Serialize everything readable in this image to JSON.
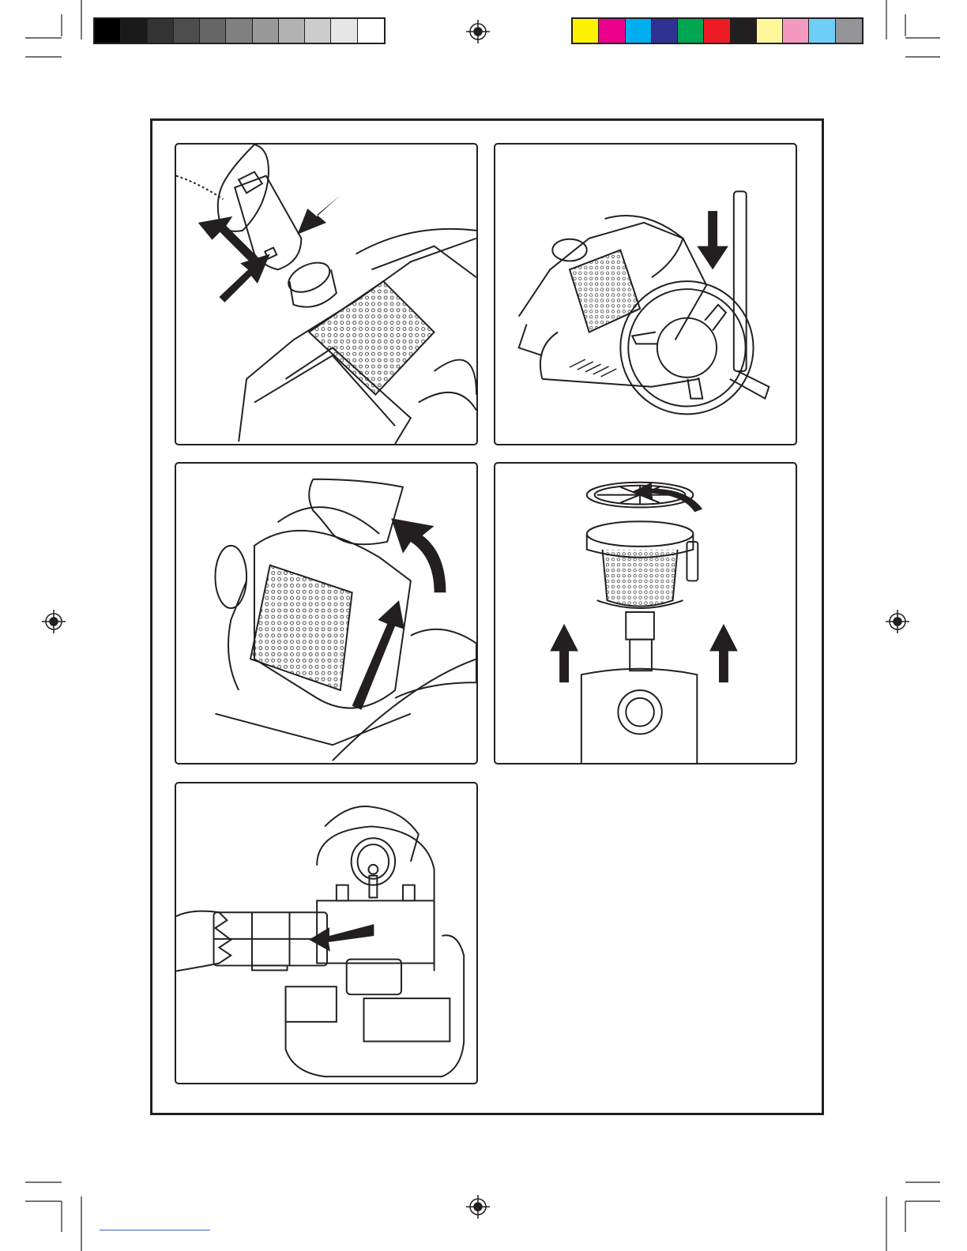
{
  "colors": {
    "ink": "#231f20",
    "greyscale": [
      "#000000",
      "#1a1a1a",
      "#333333",
      "#4d4d4d",
      "#666666",
      "#808080",
      "#999999",
      "#b3b3b3",
      "#cccccc",
      "#e6e6e6",
      "#ffffff"
    ],
    "process": [
      "#fff200",
      "#ec008c",
      "#00aeef",
      "#2e3192",
      "#00a651",
      "#ed1c24",
      "#231f20",
      "#fff799",
      "#f49ac1",
      "#6dcff6",
      "#939598"
    ]
  },
  "panels": [
    {
      "id": "hose-release",
      "icons": [
        "hand-icon",
        "hose-connector-icon",
        "squeeze-arrow-icon",
        "pull-arrow-icon",
        "vacuum-body-icon"
      ]
    },
    {
      "id": "tube-park",
      "icons": [
        "vacuum-side-icon",
        "tube-icon",
        "down-arrow-icon",
        "wheel-icon"
      ]
    },
    {
      "id": "container-lift",
      "icons": [
        "hand-icon",
        "dust-container-icon",
        "lift-arrow-icon",
        "rotate-arrow-icon"
      ]
    },
    {
      "id": "filter-remove",
      "icons": [
        "filter-cover-icon",
        "rotate-arrow-icon",
        "mesh-filter-icon",
        "up-arrow-icon",
        "up-arrow-icon"
      ]
    },
    {
      "id": "exhaust-filter",
      "icons": [
        "vacuum-back-icon",
        "hand-icon",
        "exhaust-filter-icon",
        "left-arrow-icon"
      ]
    }
  ]
}
